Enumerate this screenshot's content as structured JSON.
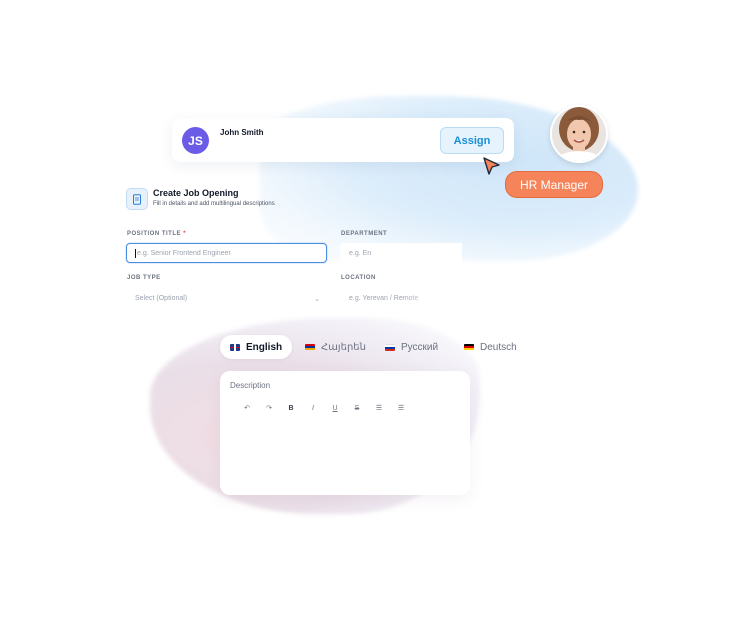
{
  "assign_card": {
    "avatar_initials": "JS",
    "avatar_color": "#6b5ce7",
    "assignee_name": "John Smith",
    "assign_button_label": "Assign"
  },
  "hr_badge": {
    "label": "HR Manager",
    "color": "#f6845a"
  },
  "form": {
    "title": "Create Job Opening",
    "subtitle": "Fill in details and add multilingual descriptions",
    "icon": "document-icon",
    "fields": {
      "position_title": {
        "label": "POSITION TITLE",
        "required_mark": "*",
        "placeholder": "e.g. Senior Frontend Engineer"
      },
      "department": {
        "label": "DEPARTMENT",
        "placeholder": "e.g. En"
      },
      "job_type": {
        "label": "JOB TYPE",
        "placeholder": "Select (Optional)"
      },
      "location": {
        "label": "LOCATION",
        "placeholder": "e.g. Yerevan / Remote"
      }
    }
  },
  "language_tabs": [
    {
      "label": "English",
      "flag": "uk-flag-icon",
      "active": true
    },
    {
      "label": "Հայերեն",
      "flag": "armenia-flag-icon",
      "active": false
    },
    {
      "label": "Русский",
      "flag": "russia-flag-icon",
      "active": false
    },
    {
      "label": "Deutsch",
      "flag": "germany-flag-icon",
      "active": false
    }
  ],
  "editor": {
    "label": "Description",
    "toolbar": {
      "undo": "↶",
      "redo": "↷",
      "bold": "B",
      "italic": "I",
      "underline": "U",
      "strike": "S",
      "bullet_list": "☰",
      "ordered_list": "☰"
    }
  },
  "colors": {
    "accent_blue": "#1a8fd6",
    "focus_border": "#4a90e2"
  }
}
